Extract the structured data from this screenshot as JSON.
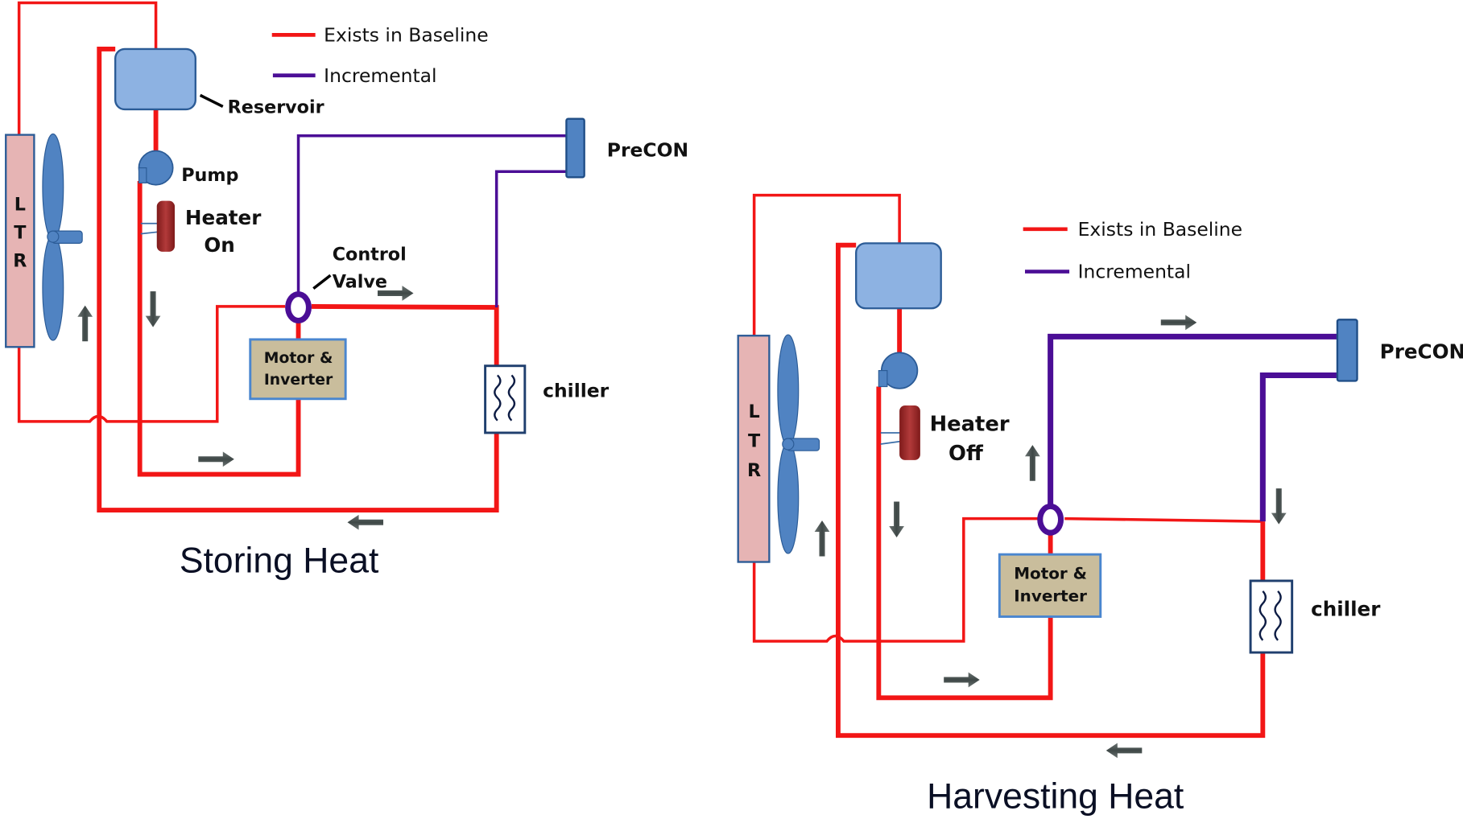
{
  "legend": {
    "baseline_label": "Exists in Baseline",
    "incremental_label": "Incremental",
    "baseline_color": "#f21616",
    "incremental_color": "#4b0e96"
  },
  "colors": {
    "ltr_fill": "#e6b4b4",
    "component_blue": "#5083c2",
    "reservoir_fill": "#8db2e2",
    "heater_fill": "#a22a2a",
    "motor_fill": "#c9bd9c",
    "flow_arrow": "#4a5352"
  },
  "storing": {
    "title": "Storing Heat",
    "ltr_letters": [
      "L",
      "T",
      "R"
    ],
    "reservoir_label": "Reservoir",
    "pump_label": "Pump",
    "heater_label_1": "Heater",
    "heater_label_2": "On",
    "valve_label_1": "Control",
    "valve_label_2": "Valve",
    "motor_label_1": "Motor &",
    "motor_label_2": "Inverter",
    "precon_label": "PreCON",
    "chiller_label": "chiller"
  },
  "harvesting": {
    "title": "Harvesting Heat",
    "ltr_letters": [
      "L",
      "T",
      "R"
    ],
    "heater_label_1": "Heater",
    "heater_label_2": "Off",
    "motor_label_1": "Motor &",
    "motor_label_2": "Inverter",
    "precon_label": "PreCON",
    "chiller_label": "chiller"
  }
}
